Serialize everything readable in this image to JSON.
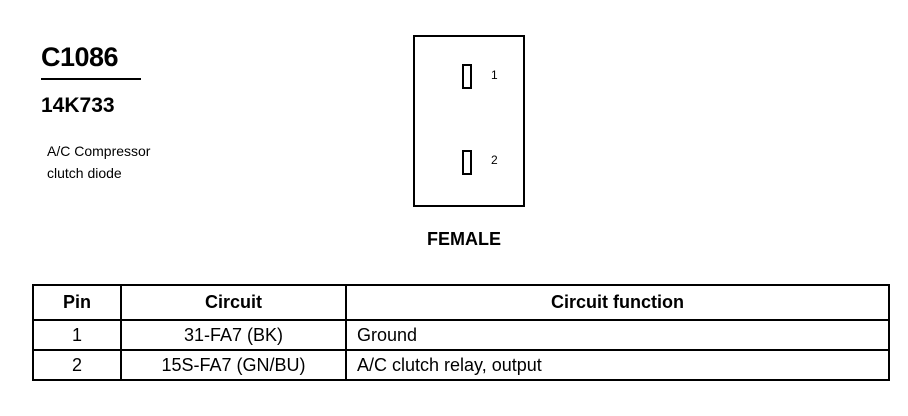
{
  "connector": {
    "id": "C1086",
    "part_number": "14K733",
    "description_line1": "A/C Compressor",
    "description_line2": "clutch diode",
    "gender": "FEMALE",
    "pins": [
      {
        "label": "1"
      },
      {
        "label": "2"
      }
    ]
  },
  "table": {
    "headers": {
      "pin": "Pin",
      "circuit": "Circuit",
      "function": "Circuit function"
    },
    "rows": [
      {
        "pin": "1",
        "circuit": "31-FA7 (BK)",
        "function": "Ground"
      },
      {
        "pin": "2",
        "circuit": "15S-FA7 (GN/BU)",
        "function": "A/C clutch relay, output"
      }
    ]
  }
}
